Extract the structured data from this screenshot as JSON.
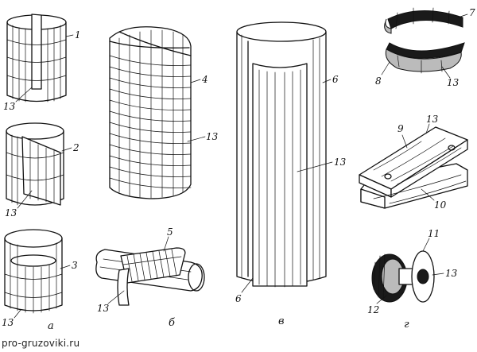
{
  "labels": {
    "l1": "1",
    "l2": "2",
    "l3": "3",
    "l4": "4",
    "l5": "5",
    "l6a": "6",
    "l6b": "6",
    "l7": "7",
    "l8": "8",
    "l9": "9",
    "l10": "10",
    "l11": "11",
    "l12": "12",
    "l13_a1": "13",
    "l13_a2": "13",
    "l13_a3": "13",
    "l13_4": "13",
    "l13_b": "13",
    "l13_v": "13",
    "l13_7": "13",
    "l13_9": "13",
    "l13_g": "13"
  },
  "captions": {
    "a": "а",
    "b": "б",
    "v": "в",
    "g": "г"
  },
  "watermark": "pro-gruzoviki.ru"
}
